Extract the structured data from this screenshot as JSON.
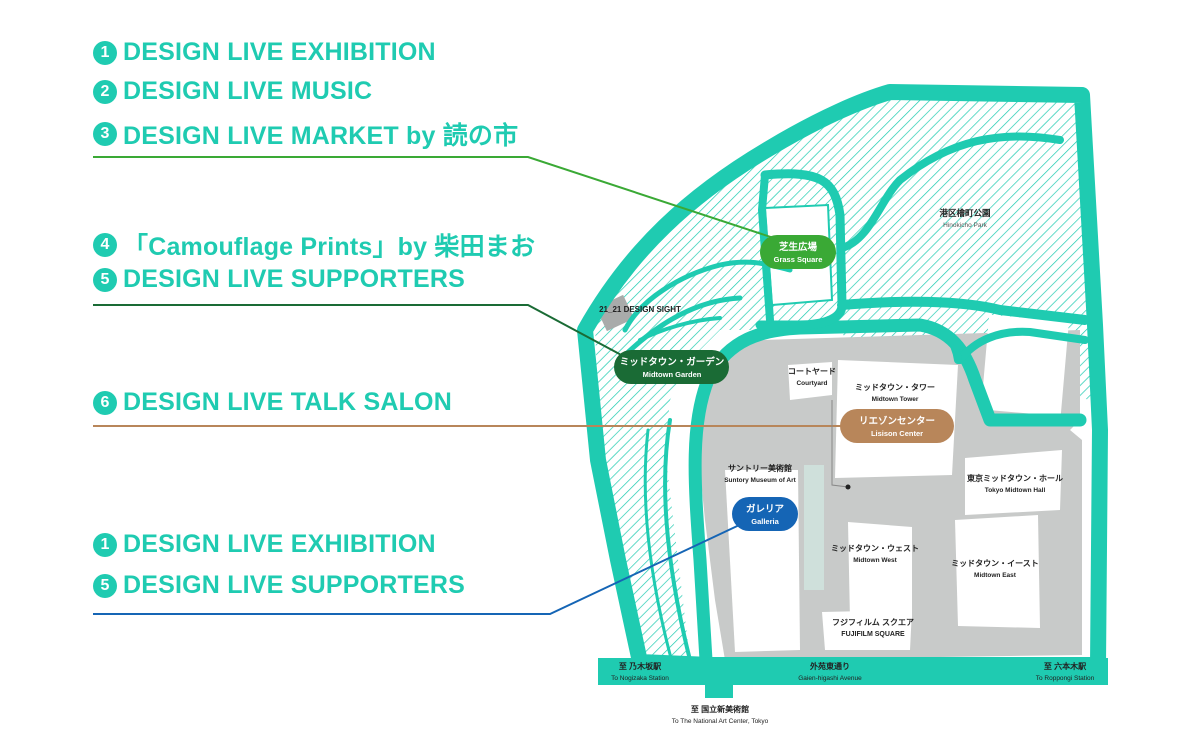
{
  "legend": {
    "group1": [
      {
        "num": "1",
        "text": "DESIGN LIVE EXHIBITION"
      },
      {
        "num": "2",
        "text": "DESIGN LIVE MUSIC"
      },
      {
        "num": "3",
        "text": "DESIGN LIVE MARKET by 読の市"
      }
    ],
    "group2": [
      {
        "num": "4",
        "text": "「Camouflage Prints」by 柴田まお"
      },
      {
        "num": "5",
        "text": "DESIGN LIVE SUPPORTERS"
      }
    ],
    "group3": [
      {
        "num": "6",
        "text": "DESIGN LIVE TALK SALON"
      }
    ],
    "group4": [
      {
        "num": "1",
        "text": "DESIGN LIVE EXHIBITION"
      },
      {
        "num": "5",
        "text": "DESIGN LIVE SUPPORTERS"
      }
    ]
  },
  "markers": {
    "grass": {
      "jp": "芝生広場",
      "en": "Grass Square",
      "color": "#3aa935"
    },
    "garden": {
      "jp": "ミッドタウン・ガーデン",
      "en": "Midtown Garden",
      "color": "#1a6b35"
    },
    "liaison": {
      "jp": "リエゾンセンター",
      "en": "Lisison Center",
      "color": "#b8865a"
    },
    "galleria": {
      "jp": "ガレリア",
      "en": "Galleria",
      "color": "#1565b5"
    }
  },
  "places": {
    "hinokicho": {
      "jp": "港区檜町公園",
      "en": "Hinokicho Park"
    },
    "design_sight": {
      "en": "21_21 DESIGN SIGHT"
    },
    "courtyard": {
      "jp": "コートヤード",
      "en": "Courtyard"
    },
    "tower": {
      "jp": "ミッドタウン・タワー",
      "en": "Midtown Tower"
    },
    "suntory": {
      "jp": "サントリー美術館",
      "en": "Suntory Museum of Art"
    },
    "hall": {
      "jp": "東京ミッドタウン・ホール",
      "en": "Tokyo Midtown Hall"
    },
    "west": {
      "jp": "ミッドタウン・ウェスト",
      "en": "Midtown West"
    },
    "east": {
      "jp": "ミッドタウン・イースト",
      "en": "Midtown East"
    },
    "fujifilm": {
      "jp": "フジフィルム スクエア",
      "en": "FUJIFILM SQUARE"
    }
  },
  "roads": {
    "nogizaka": {
      "jp": "至 乃木坂駅",
      "en": "To Nogizaka Station"
    },
    "gaien": {
      "jp": "外苑東通り",
      "en": "Gaien-higashi Avenue"
    },
    "roppongi": {
      "jp": "至 六本木駅",
      "en": "To Roppongi Station"
    },
    "nact": {
      "jp": "至 国立新美術館",
      "en": "To The National Art Center, Tokyo"
    }
  },
  "colors": {
    "teal": "#1fcbb1",
    "building_gray": "#c8cac9",
    "line_green": "#3aa935",
    "line_dark_green": "#1a6b35",
    "line_brown": "#b8865a",
    "line_blue": "#1565b5"
  }
}
